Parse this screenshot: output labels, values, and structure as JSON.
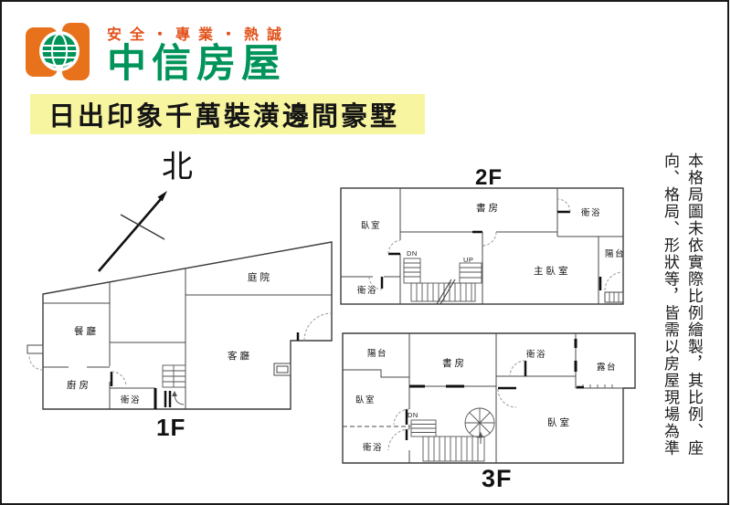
{
  "brand": {
    "tagline": "安全・專業・熱誠",
    "name": "中信房屋",
    "logo_icon": "globe-icon"
  },
  "title": "日出印象千萬裝潢邊間豪墅",
  "compass": {
    "north_label": "北"
  },
  "disclaimer": "本格局圖未依實際比例繪製，其比例、座向、格局、形狀等，皆需以房屋現場為準",
  "floors": {
    "f1": {
      "label": "1F",
      "rooms": {
        "dining": "餐廳",
        "kitchen": "廚房",
        "bath": "衛浴",
        "living": "客廳",
        "courtyard": "庭院"
      }
    },
    "f2": {
      "label": "2F",
      "rooms": {
        "bedroom": "臥室",
        "bath_left": "衛浴",
        "study": "書房",
        "bath_right": "衛浴",
        "master_bedroom": "主臥室",
        "balcony": "陽台"
      },
      "stairs": {
        "down": "DN",
        "up": "UP"
      }
    },
    "f3": {
      "label": "3F",
      "rooms": {
        "balcony": "陽台",
        "study": "書房",
        "bath_top": "衛浴",
        "terrace": "露台",
        "bedroom_left": "臥室",
        "bath_bottom": "衛浴",
        "bedroom_right": "臥室"
      },
      "stairs": {
        "down": "DN"
      }
    }
  },
  "colors": {
    "brand_orange": "#e8711c",
    "brand_red_orange": "#e2511a",
    "brand_green": "#00945a",
    "banner_yellow": "#f8f5a0",
    "wall_line": "#3c3c3c"
  }
}
